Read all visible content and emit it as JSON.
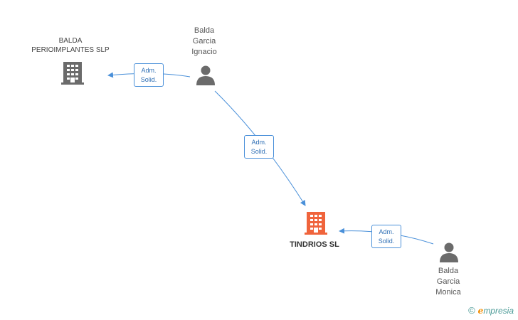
{
  "nodes": {
    "balda_perioimplantes": {
      "line1": "BALDA",
      "line2": "PERIOIMPLANTES SLP"
    },
    "balda_garcia_ignacio": {
      "line1": "Balda",
      "line2": "Garcia",
      "line3": "Ignacio"
    },
    "tindrios": {
      "label": "TINDRIOS SL"
    },
    "balda_garcia_monica": {
      "line1": "Balda",
      "line2": "Garcia",
      "line3": "Monica"
    }
  },
  "edges": [
    {
      "line1": "Adm.",
      "line2": "Solid."
    },
    {
      "line1": "Adm.",
      "line2": "Solid."
    },
    {
      "line1": "Adm.",
      "line2": "Solid."
    }
  ],
  "footer": {
    "copyright": "©",
    "brand_initial": "e",
    "brand_rest": "mpresia"
  },
  "colors": {
    "main_company": "#f0643c",
    "company": "#6b6b6b",
    "person": "#6b6b6b",
    "edge": "#4a90d9"
  }
}
